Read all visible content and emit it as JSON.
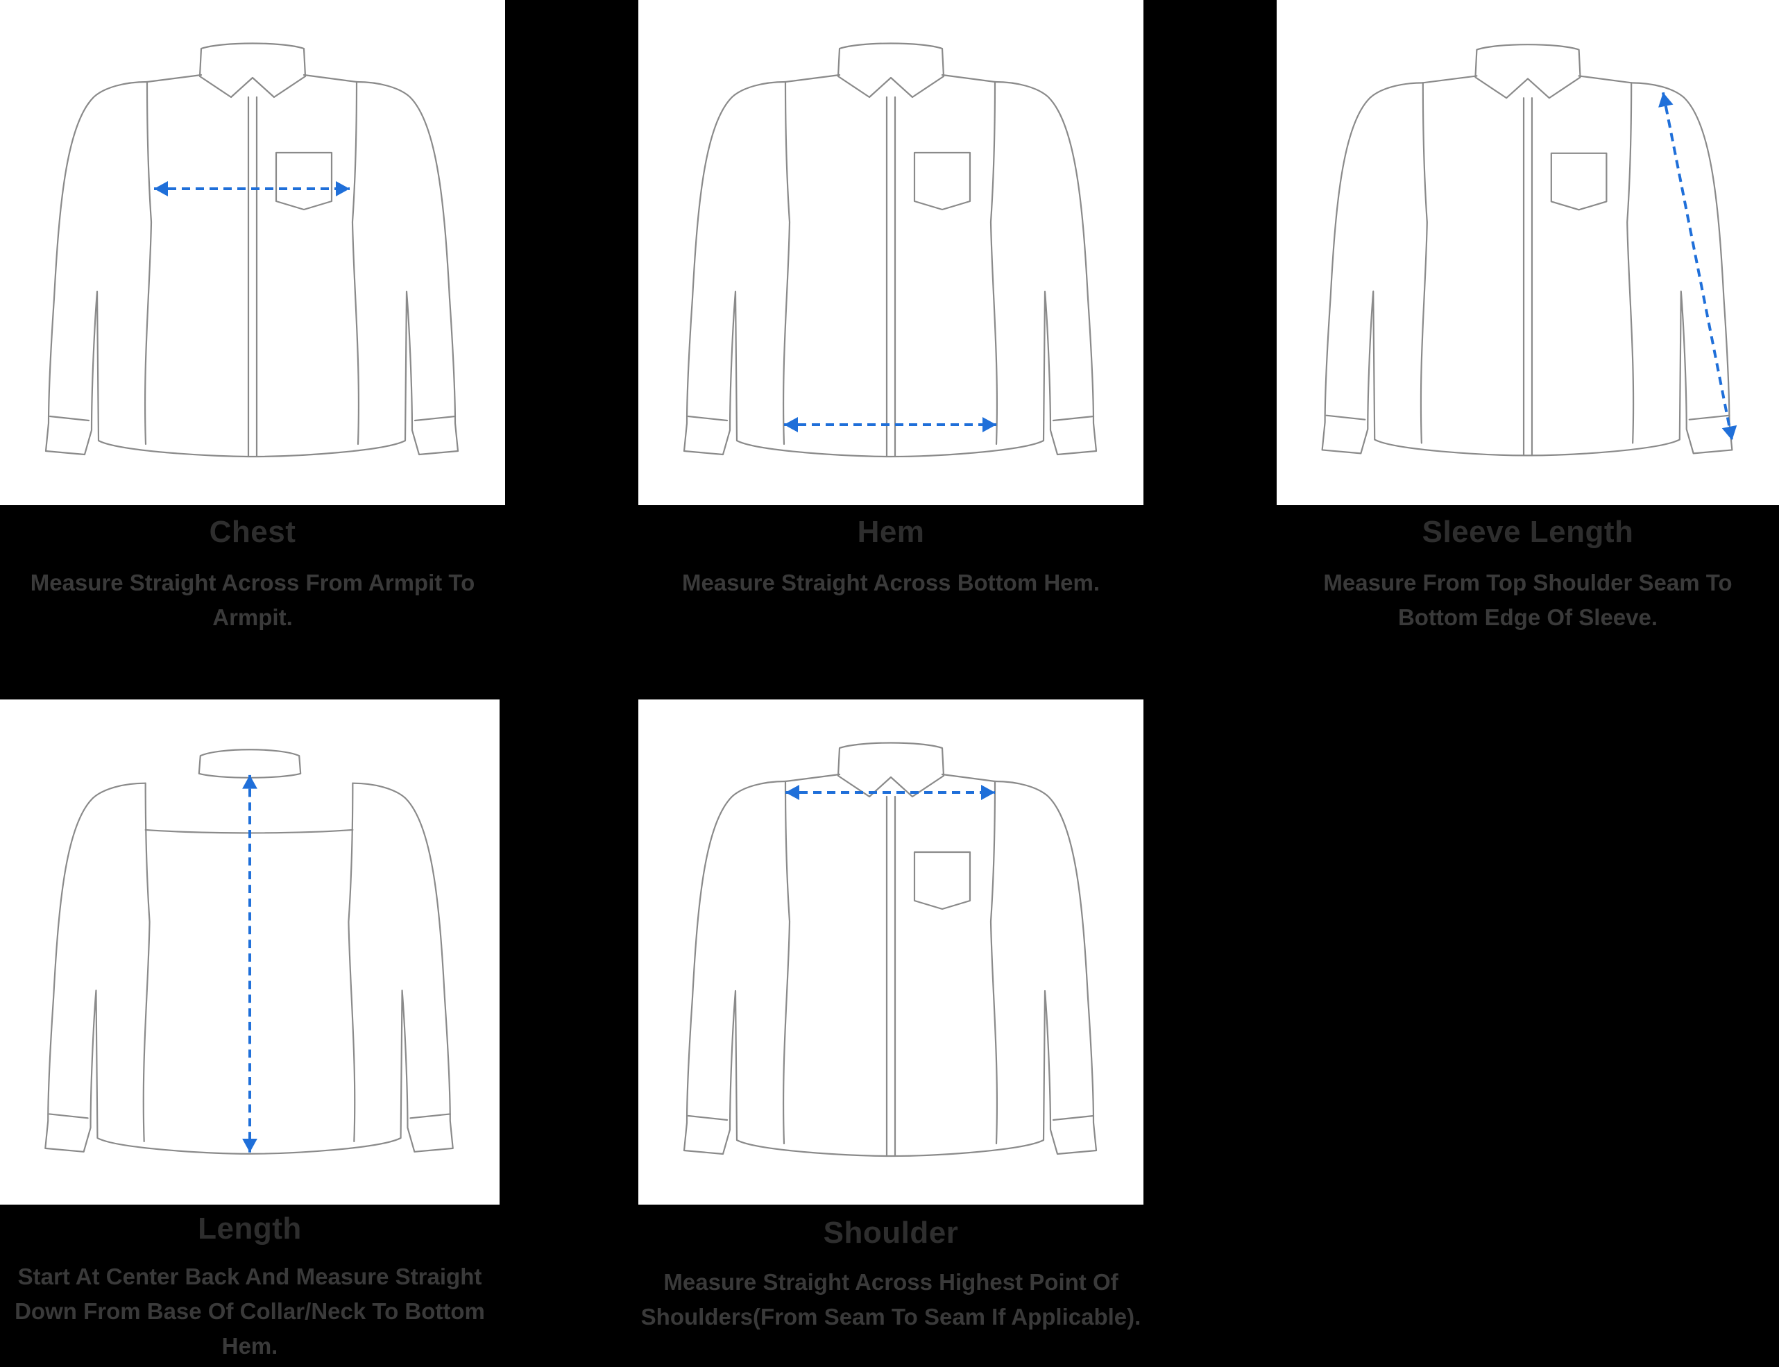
{
  "colors": {
    "background": "#000000",
    "panel": "#ffffff",
    "outline": "#8a8a8a",
    "arrow": "#1f6fd9",
    "text": "#2e2e2e"
  },
  "items": [
    {
      "title": "Chest",
      "description": "Measure Straight Across From Armpit To Armpit.",
      "view": "front",
      "arrow": "horizontal-chest"
    },
    {
      "title": "Hem",
      "description": "Measure Straight Across Bottom Hem.",
      "view": "front",
      "arrow": "horizontal-hem"
    },
    {
      "title": "Sleeve Length",
      "description": "Measure From Top Shoulder Seam To Bottom Edge Of Sleeve.",
      "view": "front",
      "arrow": "diagonal-sleeve"
    },
    {
      "title": "Length",
      "description": "Start At Center Back And Measure Straight Down From Base Of Collar/Neck To Bottom Hem.",
      "view": "back",
      "arrow": "vertical-length"
    },
    {
      "title": "Shoulder",
      "description": "Measure Straight Across Highest Point Of Shoulders(From Seam To Seam If Applicable).",
      "view": "front",
      "arrow": "horizontal-shoulder"
    }
  ]
}
